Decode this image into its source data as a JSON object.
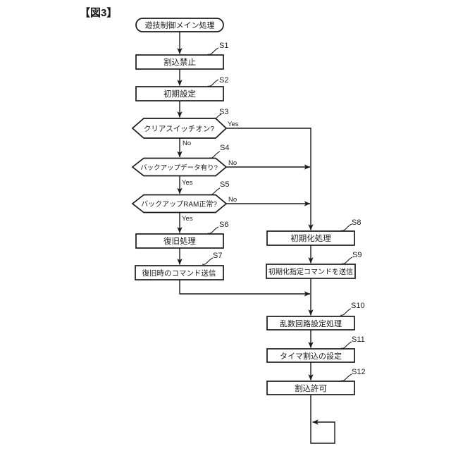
{
  "figure_label": "【図3】",
  "flowchart": {
    "start_label": "遊技制御メイン処理",
    "branch_labels": {
      "yes": "Yes",
      "no": "No"
    },
    "steps": [
      {
        "id": "S1",
        "label": "割込禁止",
        "type": "process"
      },
      {
        "id": "S2",
        "label": "初期設定",
        "type": "process"
      },
      {
        "id": "S3",
        "label": "クリアスイッチオン?",
        "type": "decision"
      },
      {
        "id": "S4",
        "label": "バックアップデータ有り?",
        "type": "decision"
      },
      {
        "id": "S5",
        "label": "バックアップRAM正常?",
        "type": "decision"
      },
      {
        "id": "S6",
        "label": "復旧処理",
        "type": "process"
      },
      {
        "id": "S7",
        "label": "復旧時のコマンド送信",
        "type": "process"
      },
      {
        "id": "S8",
        "label": "初期化処理",
        "type": "process"
      },
      {
        "id": "S9",
        "label": "初期化指定コマンドを送信",
        "type": "process"
      },
      {
        "id": "S10",
        "label": "乱数回路設定処理",
        "type": "process"
      },
      {
        "id": "S11",
        "label": "タイマ割込の設定",
        "type": "process"
      },
      {
        "id": "S12",
        "label": "割込許可",
        "type": "process"
      }
    ],
    "connections": [
      {
        "from": "START",
        "to": "S1"
      },
      {
        "from": "S1",
        "to": "S2"
      },
      {
        "from": "S2",
        "to": "S3"
      },
      {
        "from": "S3",
        "to": "S8",
        "label": "Yes"
      },
      {
        "from": "S3",
        "to": "S4",
        "label": "No"
      },
      {
        "from": "S4",
        "to": "S8",
        "label": "No"
      },
      {
        "from": "S4",
        "to": "S5",
        "label": "Yes"
      },
      {
        "from": "S5",
        "to": "S8",
        "label": "No"
      },
      {
        "from": "S5",
        "to": "S6",
        "label": "Yes"
      },
      {
        "from": "S6",
        "to": "S7"
      },
      {
        "from": "S7",
        "to": "S10"
      },
      {
        "from": "S8",
        "to": "S9"
      },
      {
        "from": "S9",
        "to": "S10"
      },
      {
        "from": "S10",
        "to": "S11"
      },
      {
        "from": "S11",
        "to": "S12"
      },
      {
        "from": "S12",
        "to": "LOOP"
      }
    ],
    "colors": {
      "line": "#1a1a1a",
      "shape_fill": "#ffffff",
      "background": "#ffffff"
    }
  }
}
